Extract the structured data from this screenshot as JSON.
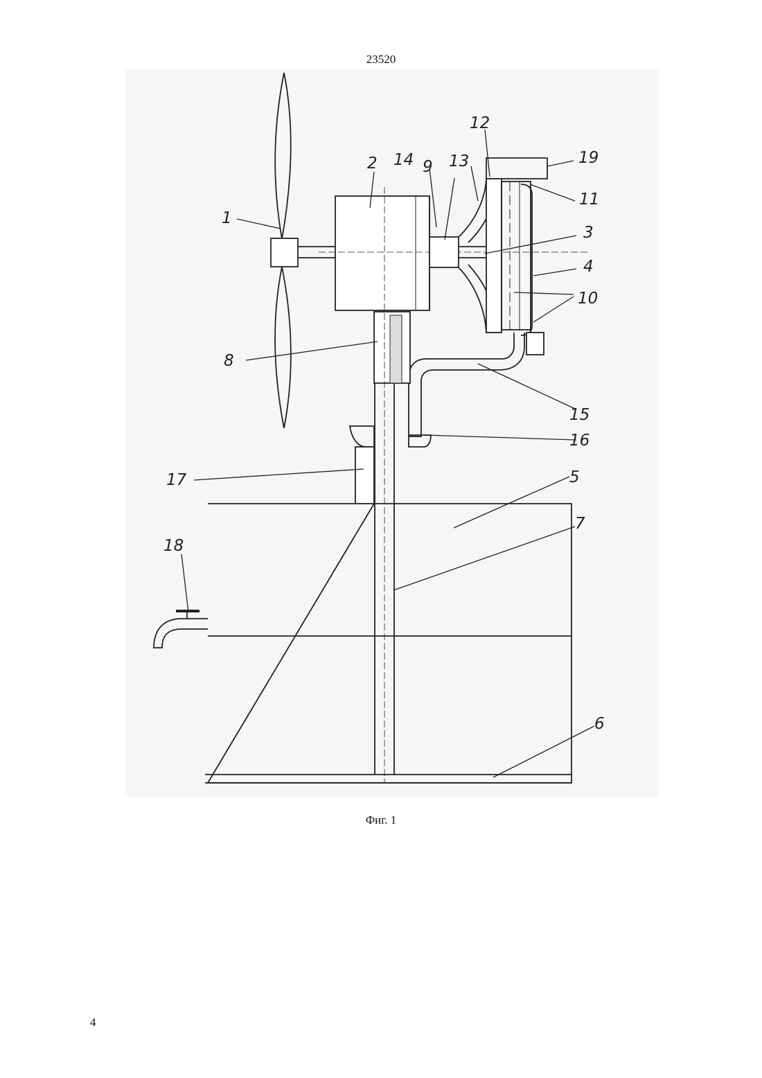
{
  "document": {
    "patent_number": "23520",
    "figure_caption": "Фиг. 1",
    "page_number": "4"
  },
  "diagram": {
    "callouts": [
      "1",
      "2",
      "3",
      "4",
      "5",
      "6",
      "7",
      "8",
      "9",
      "10",
      "11",
      "12",
      "13",
      "14",
      "15",
      "16",
      "17",
      "18",
      "19"
    ]
  },
  "colors": {
    "ink": "#222222",
    "paper": "#ffffff",
    "shade": "#f4f4f4"
  }
}
